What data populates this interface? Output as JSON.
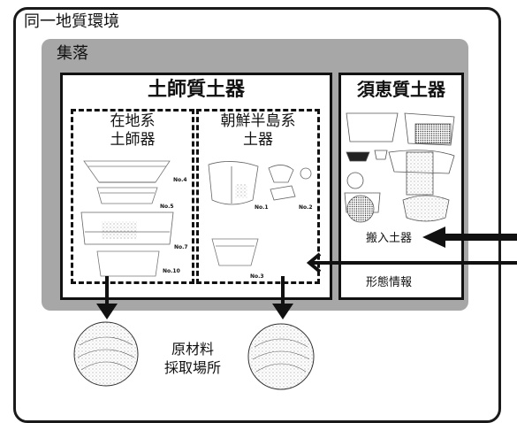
{
  "outer_label": "同一地質環境",
  "village_label": "集落",
  "haji": {
    "title": "土師質土器",
    "local": {
      "label": "在地系\n土師器",
      "nums": [
        "No.4",
        "No.5",
        "No.7",
        "No.10"
      ]
    },
    "korean": {
      "label": "朝鮮半島系\n土器",
      "nums": [
        "No.1",
        "No.2",
        "No.3"
      ]
    }
  },
  "sue": {
    "title": "須恵質土器",
    "import_label": "搬入土器",
    "shape_label": "形態情報"
  },
  "source": {
    "label": "原材料\n採取場所"
  }
}
